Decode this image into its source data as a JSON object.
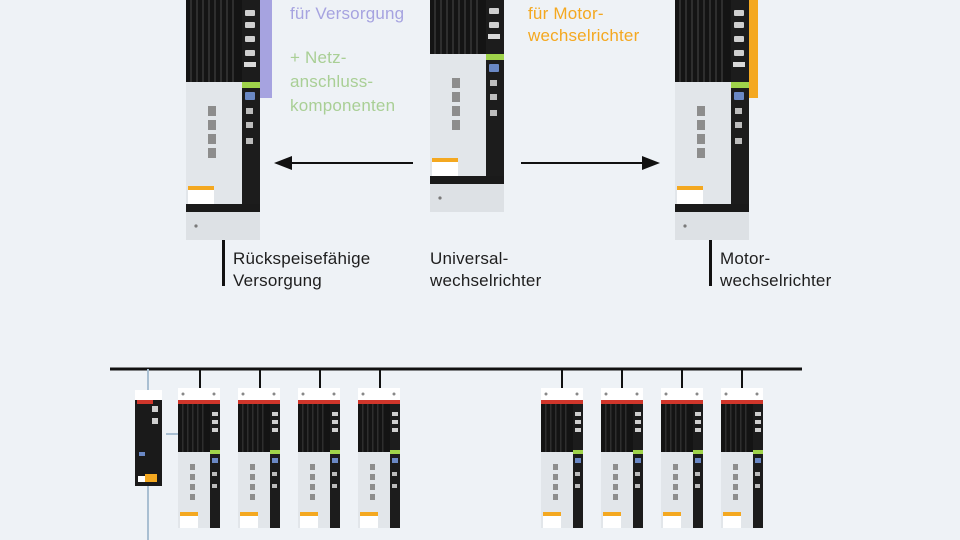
{
  "colors": {
    "background": "#eef2f6",
    "lavender": "#a6a3e0",
    "orange": "#f4a820",
    "green": "#a9cf95",
    "module_dark": "#1a1a1a",
    "module_light": "#e0e4e8",
    "accent_red": "#d0362b"
  },
  "notes": {
    "supply_line1": "für Versorgung",
    "supply_connect_line1": "+ Netz-",
    "supply_connect_line2": "anschluss-",
    "supply_connect_line3": "komponenten",
    "motor_line1": "für Motor-",
    "motor_line2": "wechselrichter"
  },
  "labels": {
    "left_line1": "Rückspeisefähige",
    "left_line2": "Versorgung",
    "center_line1": "Universal-",
    "center_line2": "wechselrichter",
    "right_line1": "Motor-",
    "right_line2": "wechselrichter"
  },
  "icons": {
    "arrow_left": "arrow-left-icon",
    "arrow_right": "arrow-right-icon"
  }
}
